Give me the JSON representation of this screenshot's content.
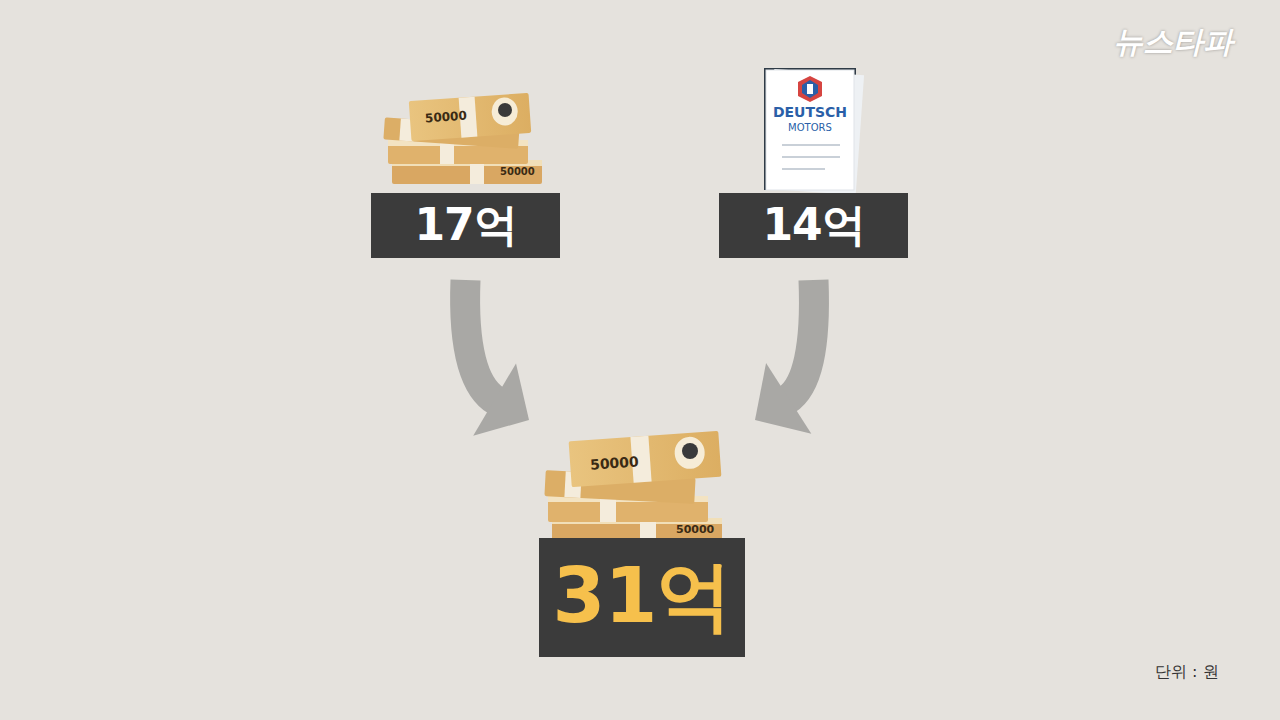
{
  "diagram": {
    "nodes": [
      {
        "text": [
          "17억"
        ]
      },
      {
        "text": [
          "14억"
        ]
      },
      {
        "text": [
          "31억"
        ]
      }
    ],
    "edges": [
      {
        "from": 0,
        "to": 2,
        "arrow": "to"
      },
      {
        "from": 1,
        "to": 2,
        "arrow": "to"
      }
    ],
    "labels": [
      "뉴스타파",
      "DEUTSCH",
      "MOTORS",
      "50000",
      "50000",
      "50000",
      "50000",
      "단위 : 원"
    ]
  }
}
